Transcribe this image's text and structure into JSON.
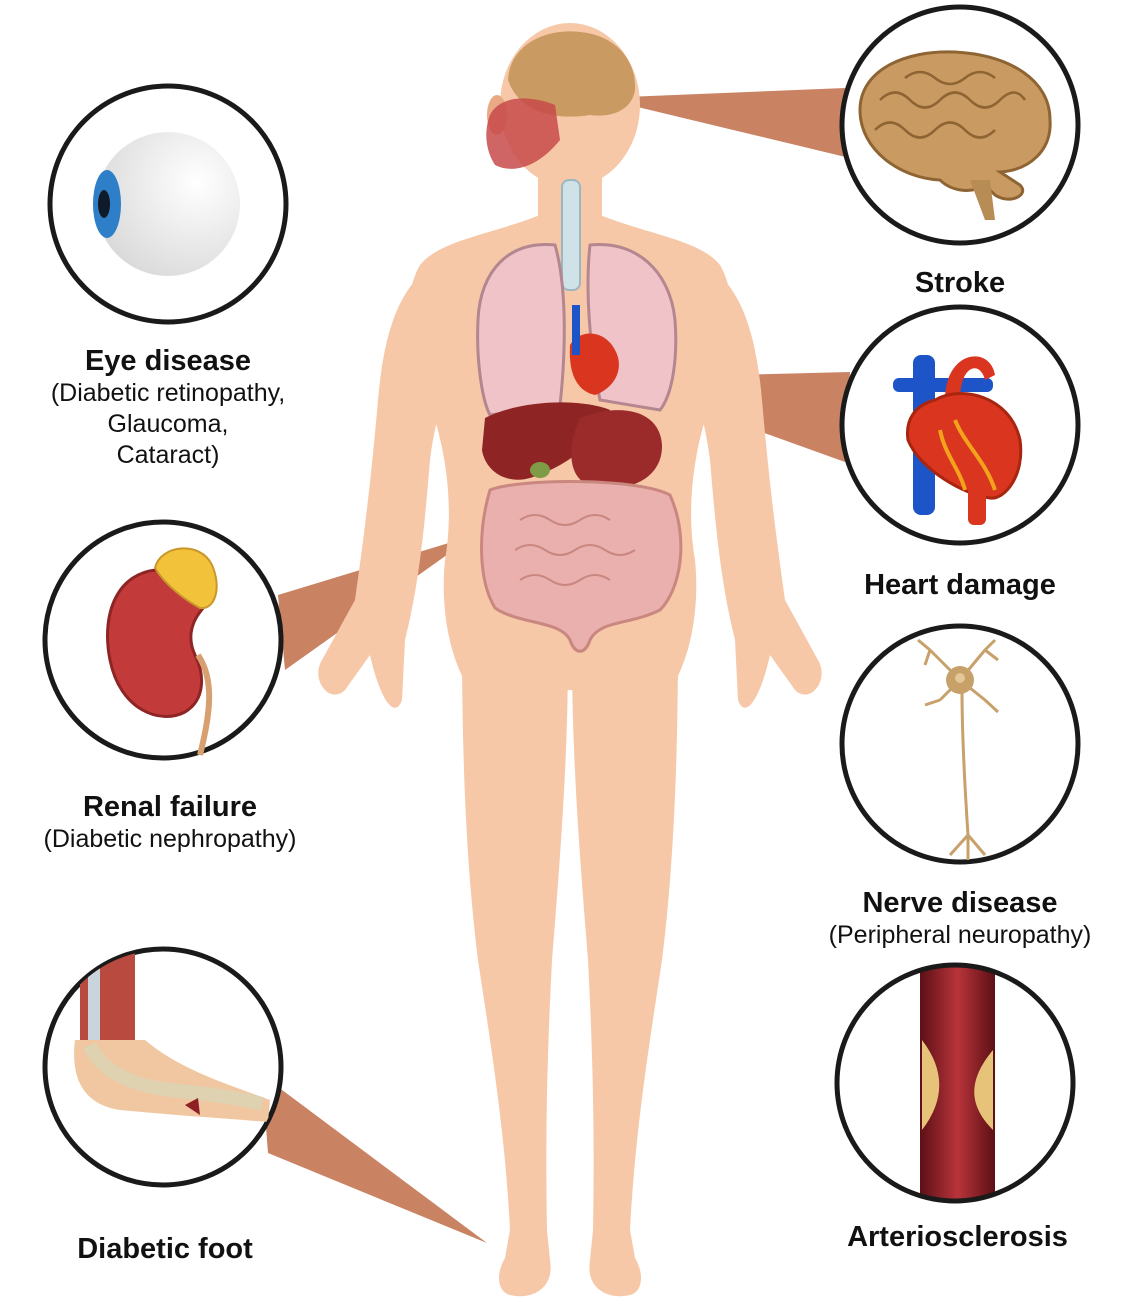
{
  "palette": {
    "skin": "#f6c8a8",
    "skin_shadow": "#e9a984",
    "callout": "#c98363",
    "circle_border": "#1a1a1a",
    "lung": "#f0c3c8",
    "liver": "#8e2424",
    "intestine": "#eab0ad",
    "brain": "#c99a62",
    "heart_red": "#d9351f",
    "vein_blue": "#1d55c8",
    "kidney": "#c23a3a",
    "adrenal": "#f2c33a",
    "artery": "#8e1f25",
    "plaque": "#e7c37a",
    "neuron": "#c7a06a"
  },
  "icons": [
    "eye-icon",
    "brain-icon",
    "heart-icon",
    "kidney-icon",
    "neuron-icon",
    "foot-icon",
    "artery-icon"
  ],
  "labels": {
    "stroke": {
      "title": "Stroke"
    },
    "eye": {
      "title": "Eye disease",
      "sub": "(Diabetic retinopathy,\nGlaucoma,\nCataract)"
    },
    "heart": {
      "title": "Heart damage"
    },
    "renal": {
      "title": "Renal failure",
      "sub": "(Diabetic nephropathy)"
    },
    "nerve": {
      "title": "Nerve disease",
      "sub": "(Peripheral neuropathy)"
    },
    "foot": {
      "title": "Diabetic foot"
    },
    "artery": {
      "title": "Arteriosclerosis"
    }
  }
}
